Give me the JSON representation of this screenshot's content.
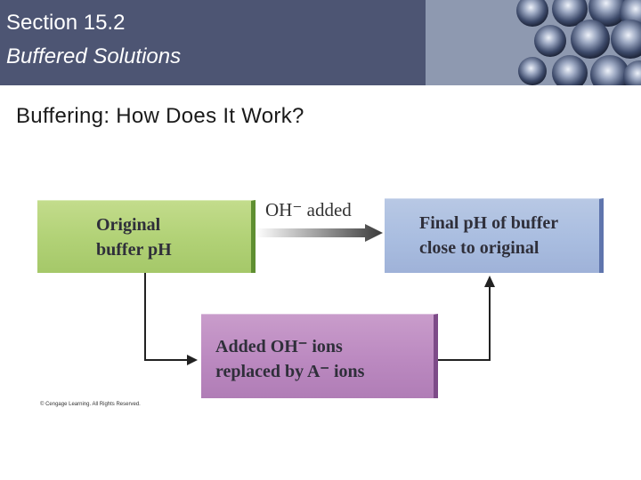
{
  "header": {
    "section": "Section 15.2",
    "title": "Buffered Solutions"
  },
  "slide": {
    "subtitle": "Buffering: How Does It Work?"
  },
  "diagram": {
    "box_original": [
      "Original",
      "buffer pH"
    ],
    "box_final": [
      "Final pH of buffer",
      "close to original"
    ],
    "box_added": [
      "Added OH⁻ ions",
      "replaced by A⁻ ions"
    ],
    "arrow_label": "OH⁻  added",
    "credit": "© Cengage Learning. All Rights Reserved."
  },
  "colors": {
    "header_bg": "#4d5573",
    "green_box": "#b2d277",
    "blue_box": "#a9bde0",
    "purple_box": "#bb89c0"
  }
}
